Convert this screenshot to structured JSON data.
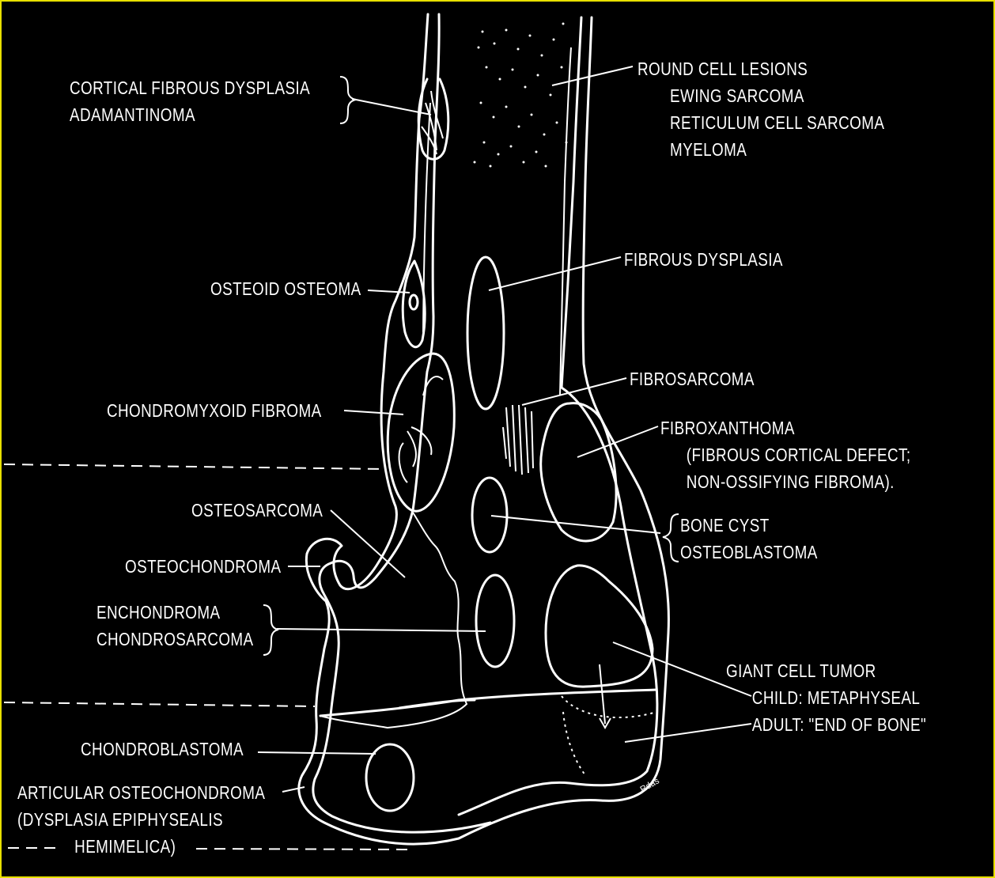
{
  "labels": {
    "cortical_fibrous_dysplasia": "CORTICAL FIBROUS DYSPLASIA",
    "adamantinoma": "ADAMANTINOMA",
    "round_cell_lesions": "ROUND CELL LESIONS",
    "ewing_sarcoma": "EWING SARCOMA",
    "reticulum_cell_sarcoma": "RETICULUM CELL SARCOMA",
    "myeloma": "MYELOMA",
    "fibrous_dysplasia": "FIBROUS DYSPLASIA",
    "osteoid_osteoma": "OSTEOID OSTEOMA",
    "fibrosarcoma": "FIBROSARCOMA",
    "chondromyxoid_fibroma": "CHONDROMYXOID FIBROMA",
    "fibroxanthoma": "FIBROXANTHOMA",
    "fibrous_cortical_defect": "(FIBROUS CORTICAL DEFECT;",
    "non_ossifying_fibroma": "NON-OSSIFYING FIBROMA).",
    "osteosarcoma": "OSTEOSARCOMA",
    "bone_cyst": "BONE CYST",
    "osteoblastoma": "OSTEOBLASTOMA",
    "osteochondroma": "OSTEOCHONDROMA",
    "enchondroma": "ENCHONDROMA",
    "chondrosarcoma": "CHONDROSARCOMA",
    "giant_cell_tumor": "GIANT CELL TUMOR",
    "child_metaphyseal": "CHILD:  METAPHYSEAL",
    "adult_end_of_bone": "ADULT:  \"END OF BONE\"",
    "chondroblastoma": "CHONDROBLASTOMA",
    "articular_osteochondroma": "ARTICULAR OSTEOCHONDROMA",
    "dysplasia_epiphysealis": "(DYSPLASIA EPIPHYSEALIS",
    "hemimelica": "HEMIMELICA)",
    "signature": "Rdas"
  },
  "colors": {
    "background": "#000000",
    "ink": "#ffffff",
    "frame": "#e8e000"
  }
}
